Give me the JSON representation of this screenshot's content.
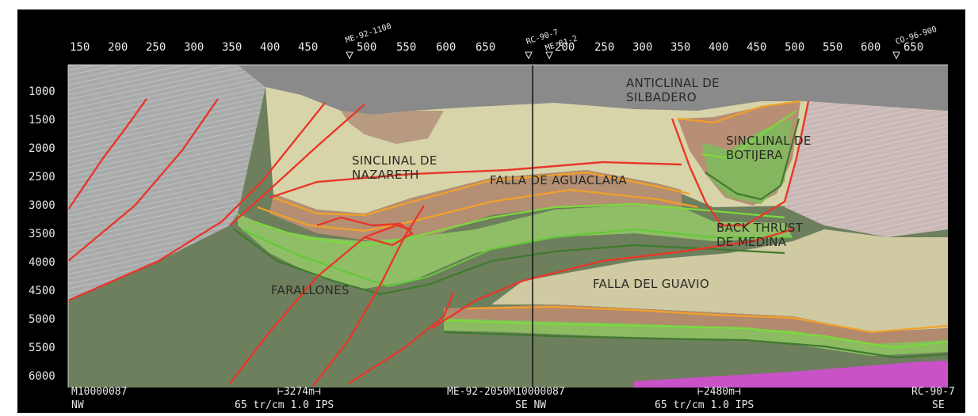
{
  "top_axis": {
    "ticks_left": [
      "150",
      "200",
      "250",
      "300",
      "350",
      "400",
      "450",
      "500",
      "550",
      "600",
      "650"
    ],
    "ticks_right": [
      "200",
      "250",
      "300",
      "350",
      "400",
      "450",
      "500",
      "550",
      "600",
      "650"
    ]
  },
  "wells": [
    "ME-92-1100",
    "RC-90-7",
    "ME-81-2",
    "CO-96-900"
  ],
  "depth_axis": [
    "1000",
    "1500",
    "2000",
    "2500",
    "3000",
    "3500",
    "4000",
    "4500",
    "5000",
    "5500",
    "6000"
  ],
  "labels": {
    "anticlinal": "ANTICLINAL DE",
    "anticlinal2": "SILBADERO",
    "sinclinal_naz1": "SINCLINAL DE",
    "sinclinal_naz2": "NAZARETH",
    "falla_aguaclara": "FALLA DE AGUACLARA",
    "sinclinal_bot1": "SINCLINAL DE",
    "sinclinal_bot2": "BOTIJERA",
    "backthrust1": "BACK THRUST",
    "backthrust2": "DE MEDINA",
    "farallones": "FARALLONES",
    "falla_guavio": "FALLA DEL GUAVIO"
  },
  "footer": {
    "left_line": "M10000087",
    "left_nw": "NW",
    "left_scale": "⊢3274m⊣",
    "left_tr": "65 tr/cm 1.0 IPS",
    "mid_line": "ME-92-2050M10000087",
    "mid_sen": "SE NW",
    "right_scale": "⊢2480m⊣",
    "right_tr": "65 tr/cm 1.0 IPS",
    "right_line": "RC-90-7",
    "right_se": "SE"
  },
  "colors": {
    "background": "#000000",
    "upper_grey": "#a5a5a5",
    "pale_yellow": "#d7d3a8",
    "brown_band": "#b18d72",
    "green_light": "#8fbd6a",
    "green_dark": "#677b56",
    "fault_red": "#e63a2a",
    "orange_horizon": "#f0a020",
    "magenta": "#dd44dd"
  }
}
